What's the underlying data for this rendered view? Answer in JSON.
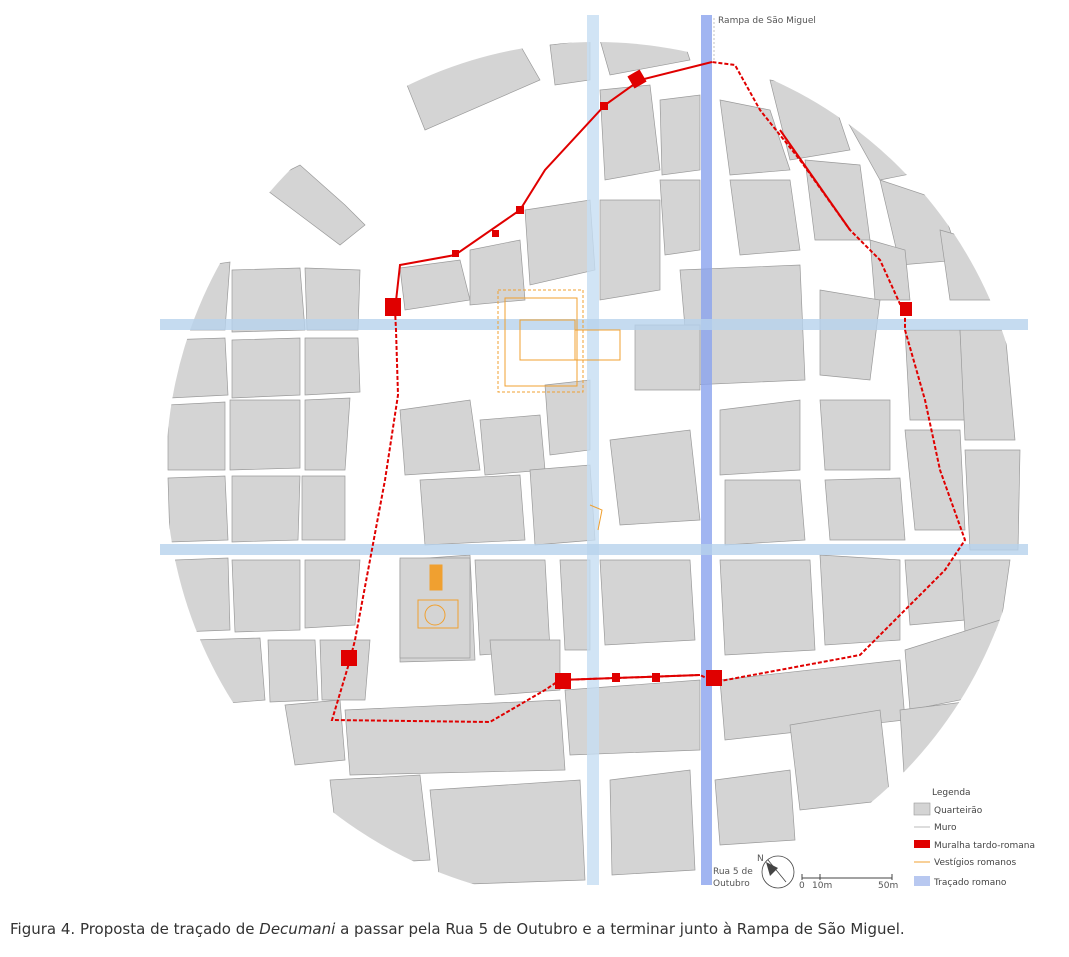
{
  "labels": {
    "rampa": "Rampa de São Miguel",
    "rua_line1": "Rua 5 de",
    "rua_line2": "Outubro",
    "north": "N",
    "scale_0": "0",
    "scale_10": "10m",
    "scale_50": "50m"
  },
  "legend": {
    "title": "Legenda",
    "items": [
      {
        "label": "Quarteirão",
        "color": "#d4d4d4"
      },
      {
        "label": "Muro",
        "color": "#bbbbbb"
      },
      {
        "label": "Muralha tardo-romana",
        "color": "#e00000"
      },
      {
        "label": "Vestígios romanos",
        "color": "#f0a030"
      },
      {
        "label": "Traçado romano",
        "color": "#b8c8f0"
      }
    ]
  },
  "colors": {
    "block": "#d4d4d4",
    "block_stroke": "#9a9a9a",
    "wall": "#e00000",
    "roman": "#f0a030",
    "cardo_light": "#c6ddf2",
    "cardo_dark": "#8aa2ee",
    "decumanus": "#b7d2ec"
  },
  "caption": {
    "prefix": "Figura 4. Proposta de traçado de ",
    "italic": "Decumani",
    "suffix": " a passar pela Rua 5 de Outubro e a terminar junto à Rampa de São Miguel."
  }
}
